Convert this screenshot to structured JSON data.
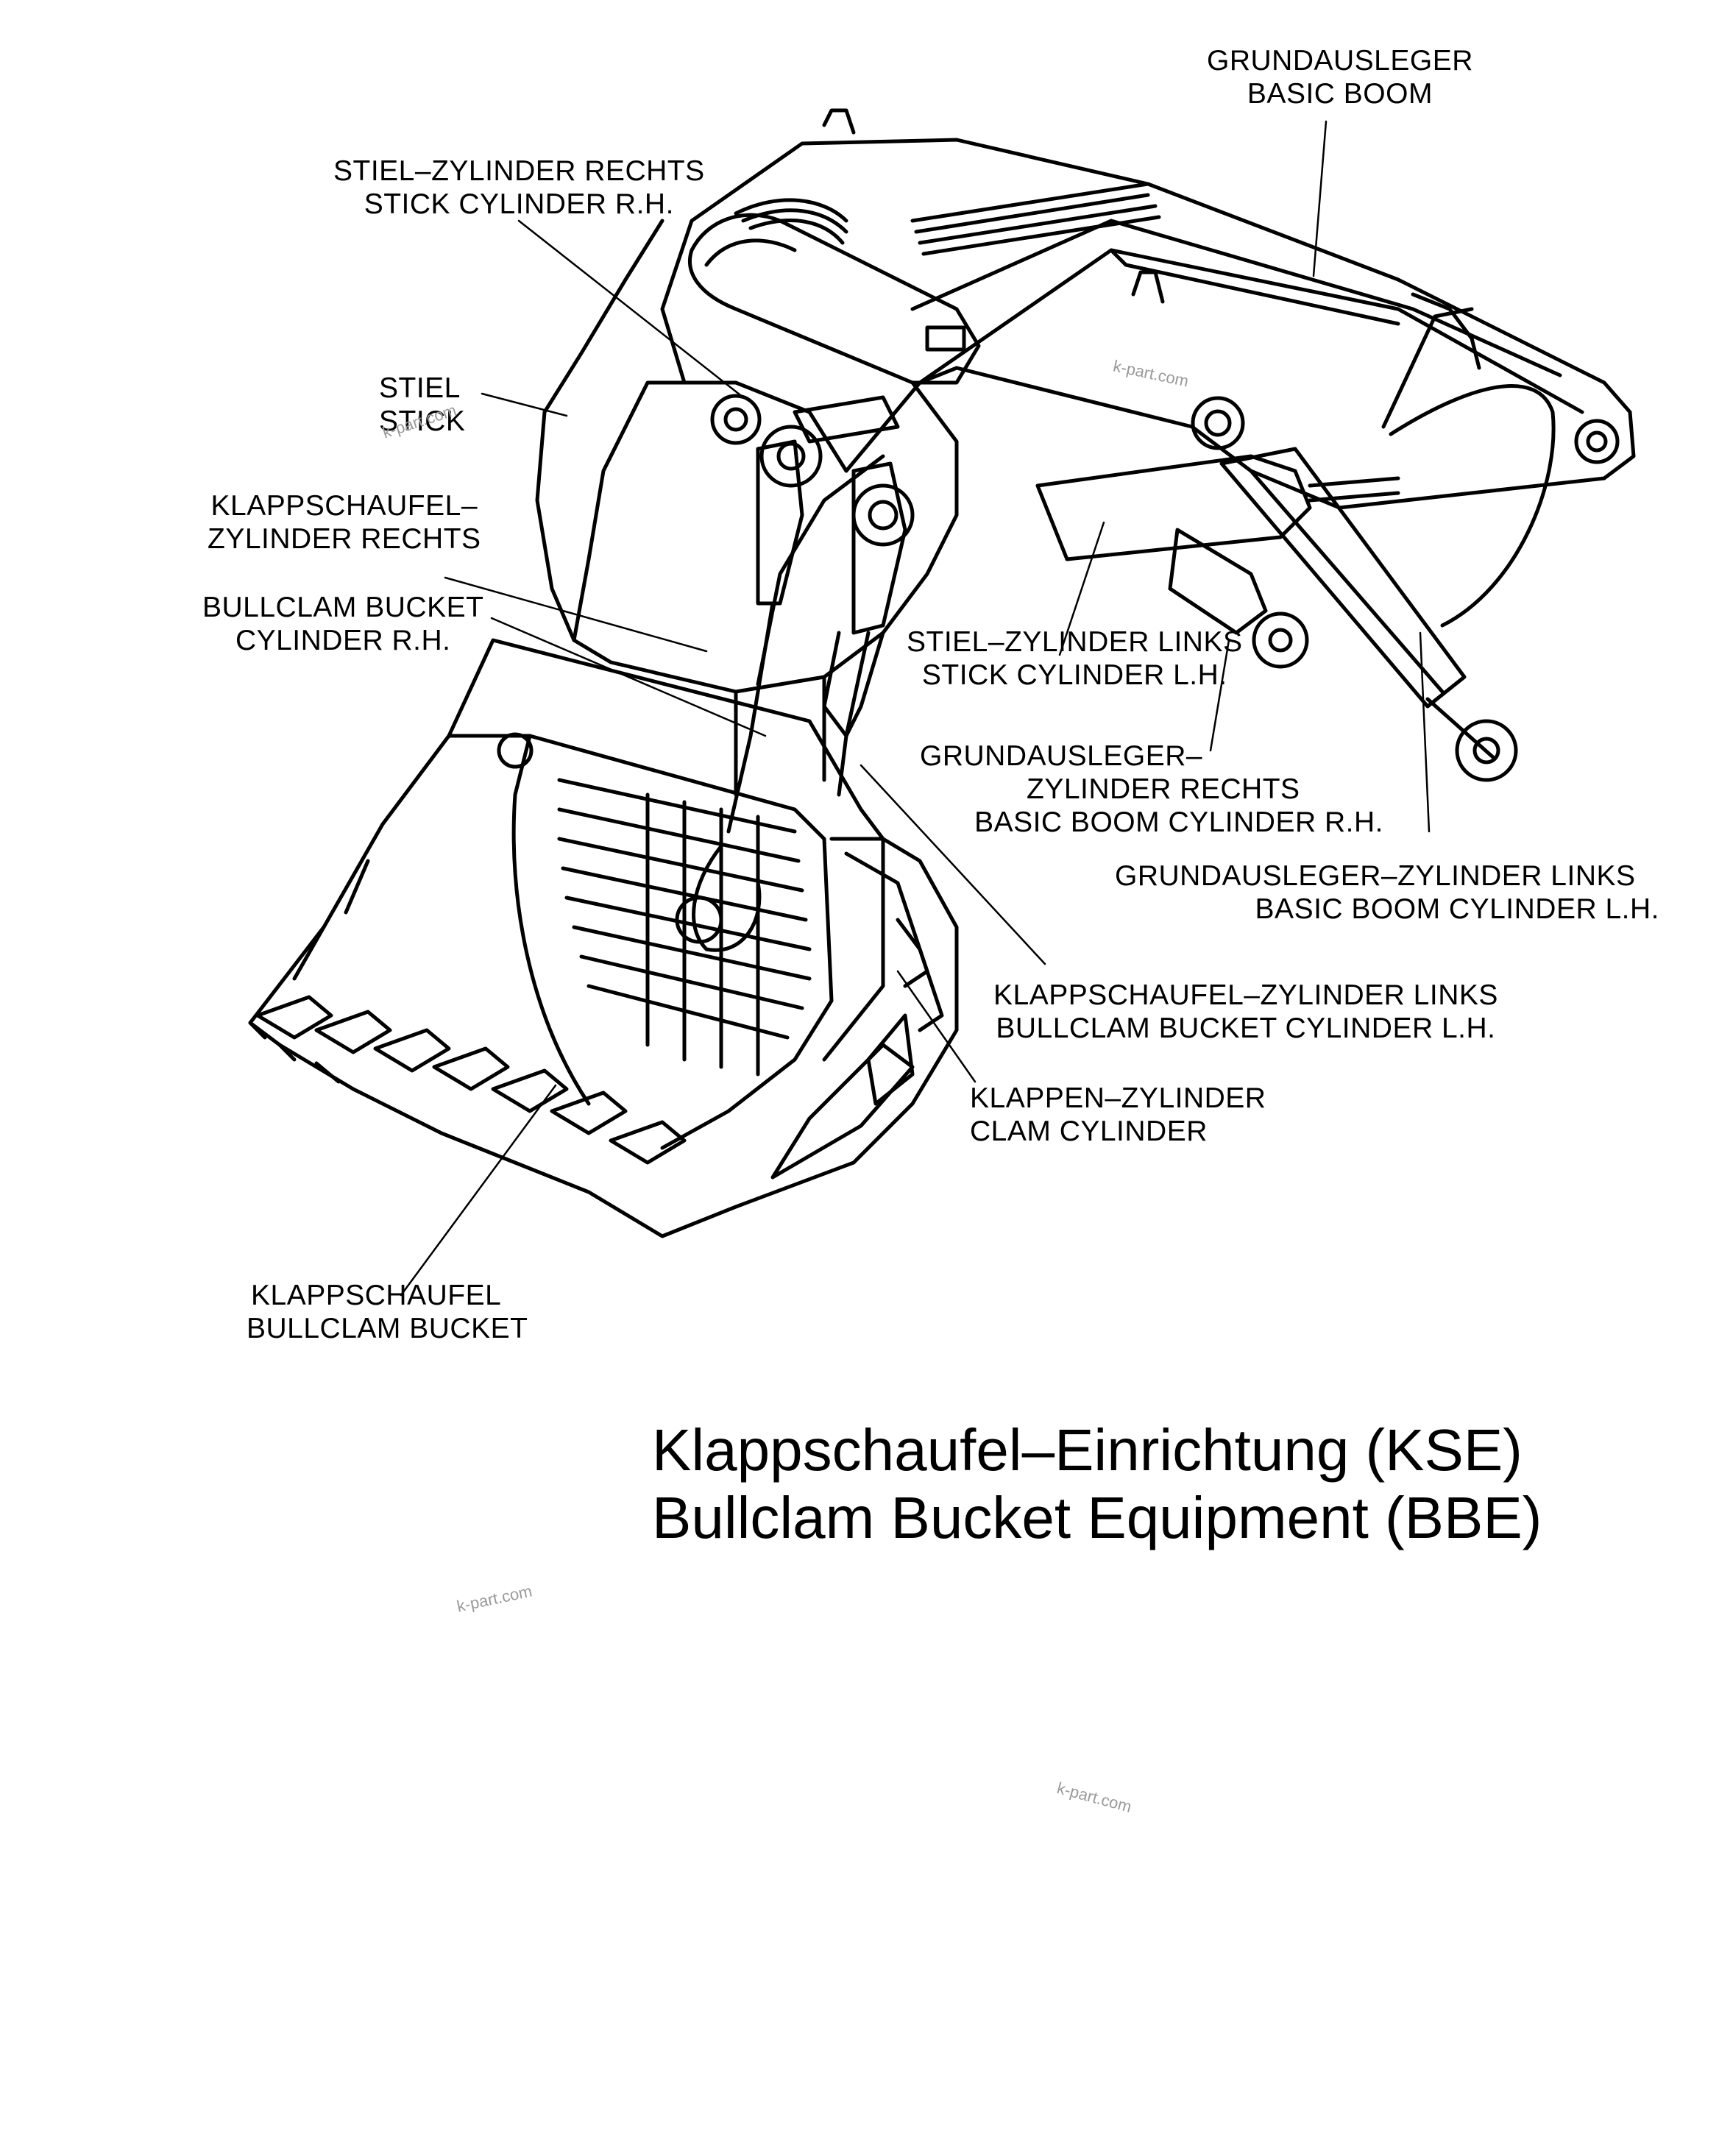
{
  "labels": {
    "basic_boom": [
      "GRUNDAUSLEGER",
      "BASIC BOOM"
    ],
    "stick_cylinder_rh": [
      "STIEL–ZYLINDER RECHTS",
      "STICK CYLINDER R.H."
    ],
    "stick": [
      "STIEL",
      "STICK"
    ],
    "bullclam_bucket_cylinder_rh_de": [
      "KLAPPSCHAUFEL–",
      "ZYLINDER RECHTS"
    ],
    "bullclam_bucket_cylinder_rh_en": [
      "BULLCLAM BUCKET",
      "CYLINDER  R.H."
    ],
    "stick_cylinder_lh": [
      "STIEL–ZYLINDER LINKS",
      "STICK CYLINDER L.H."
    ],
    "basic_boom_cylinder_rh": [
      "GRUNDAUSLEGER–",
      "ZYLINDER RECHTS",
      "BASIC BOOM CYLINDER R.H."
    ],
    "basic_boom_cylinder_lh": [
      "GRUNDAUSLEGER–ZYLINDER LINKS",
      "BASIC BOOM CYLINDER L.H."
    ],
    "bullclam_bucket_cylinder_lh": [
      "KLAPPSCHAUFEL–ZYLINDER LINKS",
      "BULLCLAM BUCKET CYLINDER L.H."
    ],
    "clam_cylinder": [
      "KLAPPEN–ZYLINDER",
      "CLAM CYLINDER"
    ],
    "bullclam_bucket": [
      "KLAPPSCHAUFEL",
      "BULLCLAM BUCKET"
    ]
  },
  "title": [
    "Klappschaufel–Einrichtung (KSE)",
    "Bullclam Bucket Equipment (BBE)"
  ],
  "watermark": "k-part.com"
}
